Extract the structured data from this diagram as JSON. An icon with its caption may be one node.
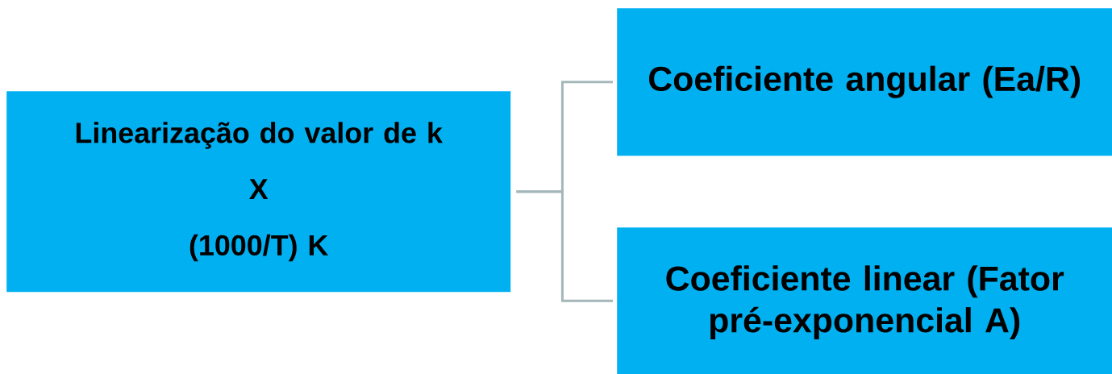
{
  "diagram": {
    "nodes": [
      {
        "text": [
          "Linearização do valor de k",
          "X",
          "(1000/T) K"
        ]
      },
      {
        "text": [
          "Coeficiente angular (Ea/R)"
        ]
      },
      {
        "text": [
          "Coeficiente linear (Fator pré-exponencial A)"
        ]
      }
    ],
    "edges": [
      {
        "from": 0,
        "to": 1,
        "arrow": "none"
      },
      {
        "from": 0,
        "to": 2,
        "arrow": "none"
      }
    ]
  }
}
